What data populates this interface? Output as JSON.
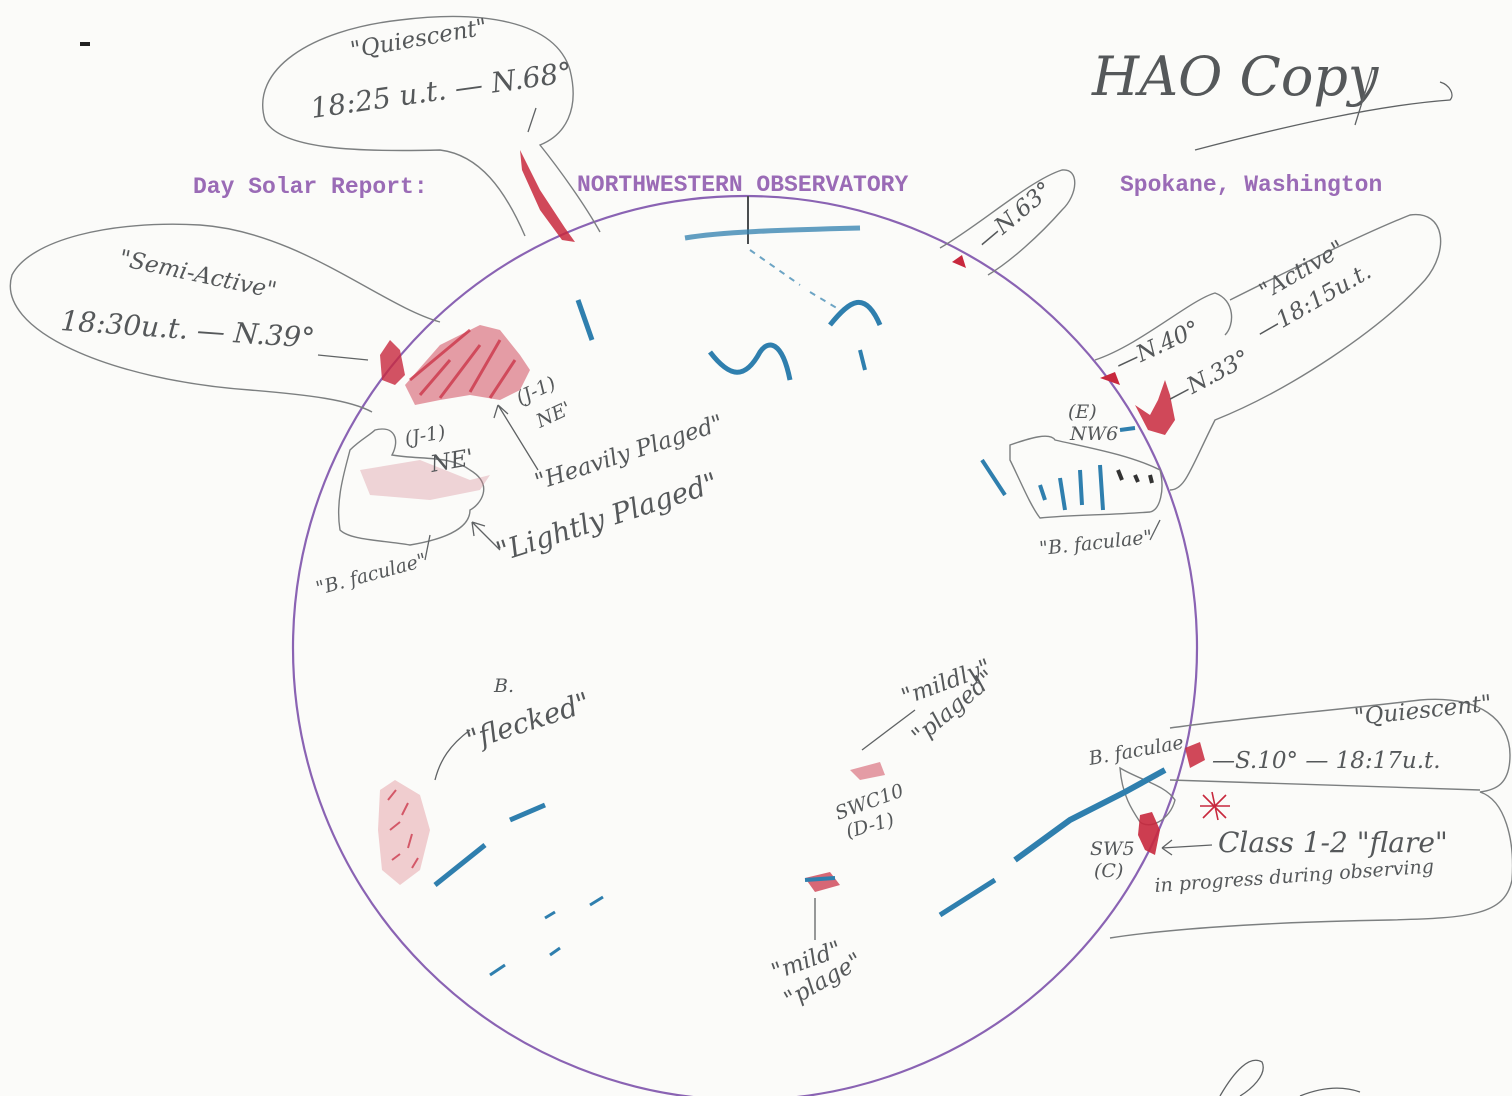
{
  "header": {
    "report_title": "Day Solar Report:",
    "observatory": "NORTHWESTERN OBSERVATORY",
    "location": "Spokane, Washington"
  },
  "stamp": {
    "copy_note": "HAO Copy"
  },
  "colors": {
    "typed_ink": "#9a6bb6",
    "red_pencil": "#c8283d",
    "blue_pencil": "#2f7fae",
    "disk_outline": "#8a63b3",
    "pencil_graphite": "#55585a"
  },
  "prominences": {
    "top": {
      "status": "\"Quiescent\"",
      "time_position": "18:25 u.t. — N.68°"
    },
    "upper_left": {
      "status": "\"Semi-Active\"",
      "time_position": "18:30u.t. — N.39°"
    },
    "top_right": {
      "position": "—N.63°"
    },
    "right_pair": {
      "position_a": "—N.40°",
      "position_b": "—N.33°",
      "status": "\"Active\"",
      "time": "—18:15u.t."
    },
    "lower_right": {
      "status": "\"Quiescent\"",
      "position_time": "—S.10° — 18:17u.t."
    }
  },
  "regions": {
    "ne_facula": {
      "id": "(J-1)",
      "label": "NE'"
    },
    "ne_plage": {
      "id": "(J-1)",
      "label": "NE'"
    },
    "heavily_plaged": "\"Heavily Plaged\"",
    "lightly_plaged": "\"Lightly Plaged\"",
    "b_faculae_left": "\"B. faculae\"",
    "nw_region": {
      "id": "(E)",
      "label": "NW6"
    },
    "b_faculae_right": "\"B. faculae\"",
    "b_flecked": {
      "prefix": "B.",
      "label": "\"flecked\""
    },
    "mildly_plaged": {
      "line1": "\"mildly\"",
      "line2": "\"plaged\""
    },
    "swc10": {
      "label": "SWC10",
      "id": "(D-1)"
    },
    "mild_plage": {
      "line1": "\"mild\"",
      "line2": "\"plage\""
    },
    "b_faculae_sw": "B. faculae",
    "sw5": {
      "label": "SW5",
      "id": "(C)"
    },
    "flare_note": {
      "line1": "Class 1-2 \"flare\"",
      "line2": "in progress during observing"
    }
  }
}
